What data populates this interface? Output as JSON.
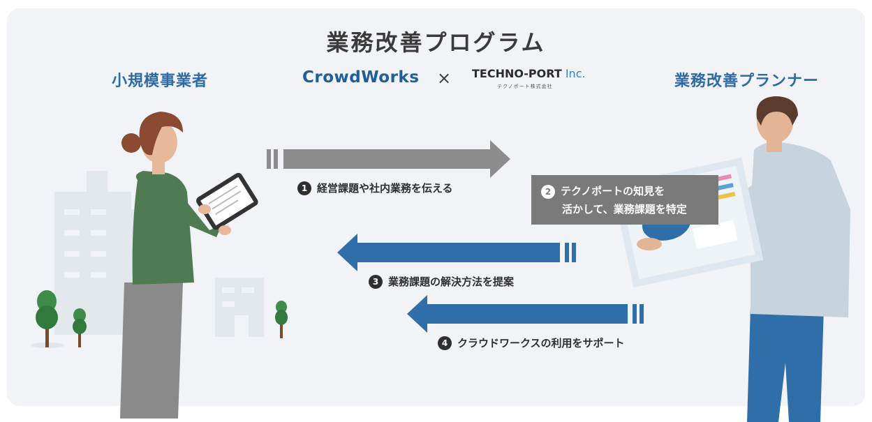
{
  "title": "業務改善プログラム",
  "left_role": "小規模事業者",
  "right_role": "業務改善プランナー",
  "logos": {
    "crowdworks": "CrowdWorks",
    "times": "×",
    "techno_main": "TECHNO-PORT",
    "techno_inc": " Inc.",
    "techno_sub": "テクノポート株式会社"
  },
  "steps": [
    {
      "number": "1",
      "text": "経営課題や社内業務を伝える"
    },
    {
      "number": "2",
      "line1": "テクノポートの知見を",
      "line2": "活かして、業務課題を特定"
    },
    {
      "number": "3",
      "text": "業務課題の解決方法を提案"
    },
    {
      "number": "4",
      "text": "クラウドワークスの利用をサポート"
    }
  ],
  "colors": {
    "gray_arrow": "#8c8c8c",
    "blue_arrow": "#2f6ea8",
    "accent_text": "#2d6aa6"
  }
}
